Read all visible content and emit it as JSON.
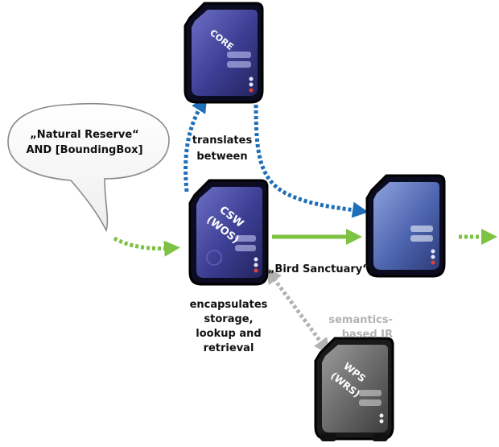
{
  "bubble": {
    "line1": "„Natural Reserve“",
    "line2": "AND [BoundingBox]"
  },
  "servers": {
    "core": {
      "label": "CORE"
    },
    "csw": {
      "line1": "CSW",
      "line2": "(WOS)"
    },
    "wps": {
      "line1": "WPS",
      "line2": "(WRS)"
    }
  },
  "labels": {
    "translates": [
      "translates",
      "between"
    ],
    "result": "„Bird Sanctuary“, ...",
    "encapsulates": [
      "encapsulates",
      "storage,",
      "lookup and",
      "retrieval"
    ],
    "semantics": [
      "semantics-",
      "based IR"
    ]
  },
  "colors": {
    "blue_arrow": "#1f6fb8",
    "green_arrow": "#7dc242",
    "gray_arrow": "#b3b3b3",
    "server_purple": "#3b3d92",
    "server_blue": "#4e65b0",
    "server_gray": "#6b6b6b"
  },
  "icons": [
    "server-icon",
    "speech-bubble-icon",
    "arrow-icon"
  ]
}
